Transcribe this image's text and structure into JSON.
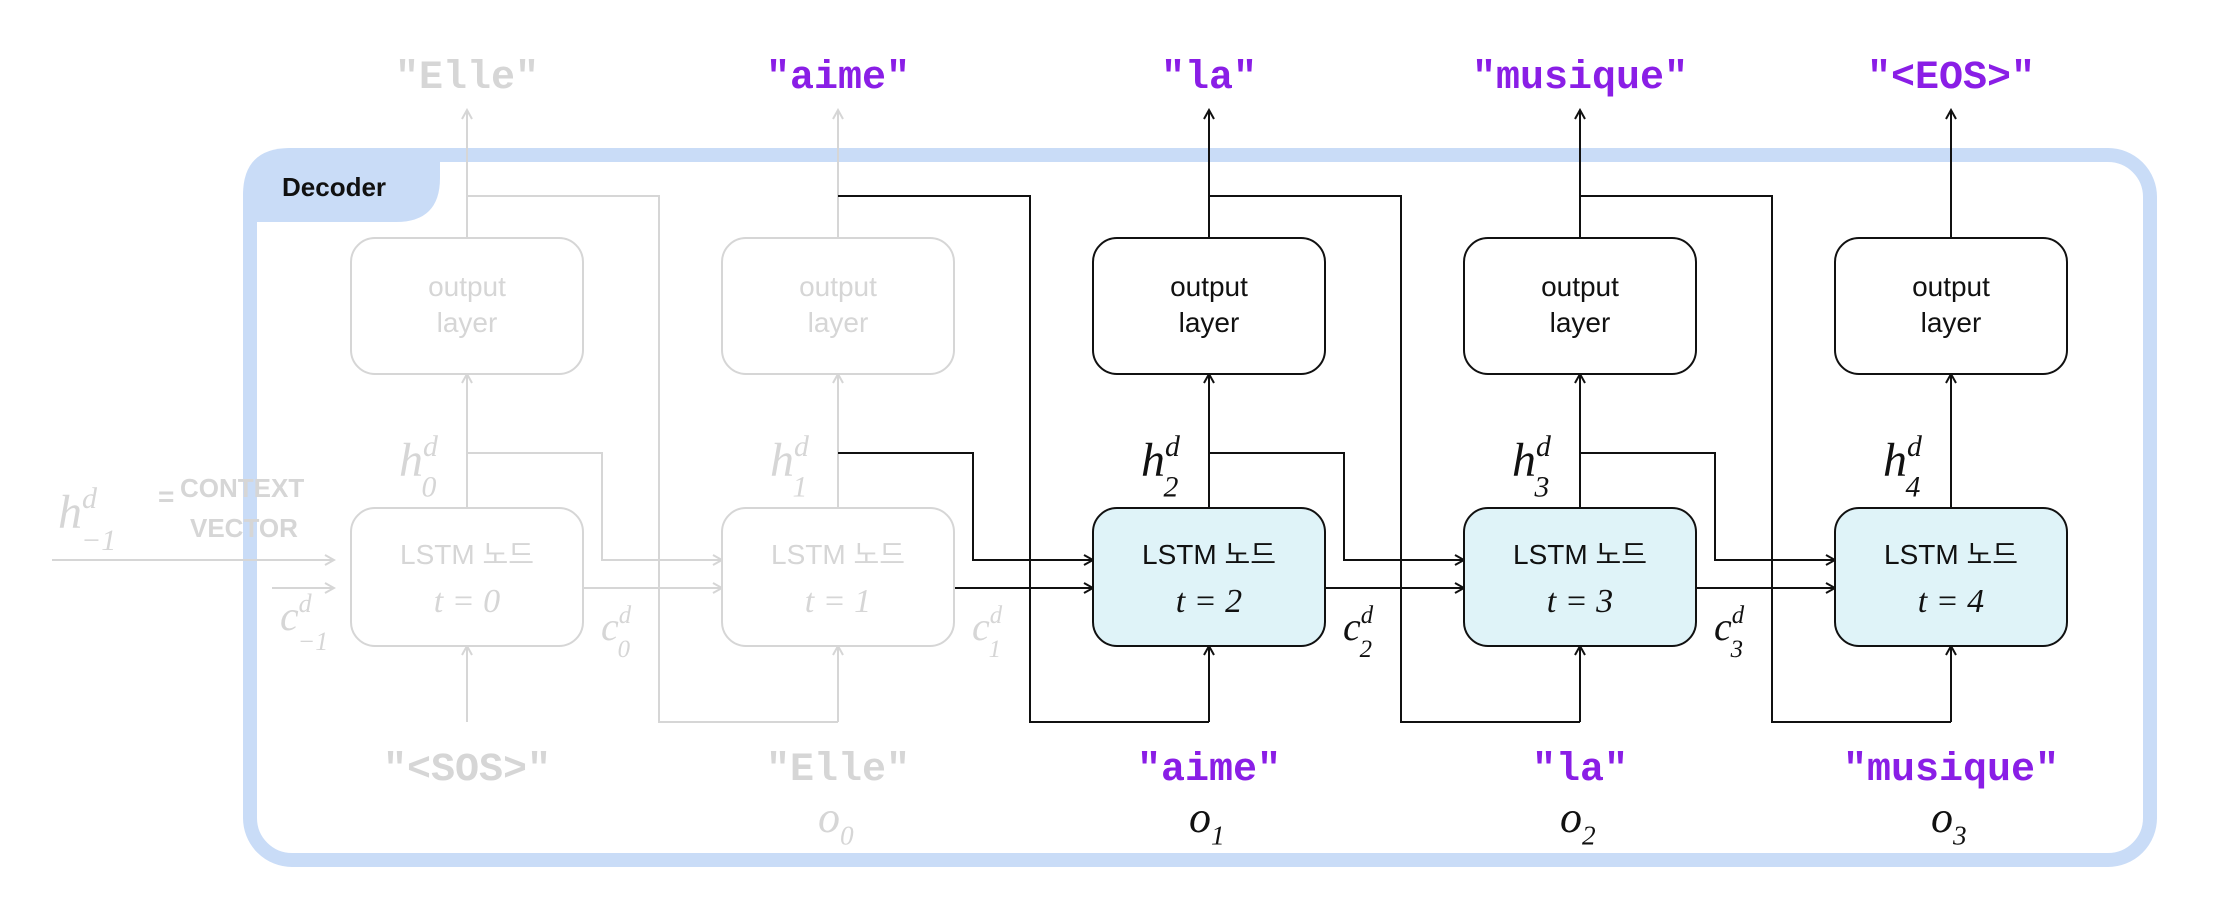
{
  "decoder_label": "Decoder",
  "context": {
    "h_symbol": "h",
    "h_sup": "d",
    "h_sub": "−1",
    "equals": "=",
    "line1": "CONTEXT",
    "line2": "VECTOR",
    "c_symbol": "c",
    "c_sup": "d",
    "c_sub": "−1"
  },
  "steps": [
    {
      "node_title": "LSTM 노드",
      "node_t": "t = 0",
      "output_line1": "output",
      "output_line2": "layer",
      "predicted_word": "\"Elle\"",
      "input_word": "\"<SOS>\"",
      "h_symbol": "h",
      "h_sup": "d",
      "h_sub": "0",
      "c_symbol": "c",
      "c_sup": "d",
      "c_sub": "0",
      "faded": true
    },
    {
      "node_title": "LSTM 노드",
      "node_t": "t = 1",
      "output_line1": "output",
      "output_line2": "layer",
      "predicted_word": "\"aime\"",
      "input_word": "\"Elle\"",
      "o_symbol": "o",
      "o_sub": "0",
      "h_symbol": "h",
      "h_sup": "d",
      "h_sub": "1",
      "c_symbol": "c",
      "c_sup": "d",
      "c_sub": "1",
      "faded": true
    },
    {
      "node_title": "LSTM 노드",
      "node_t": "t = 2",
      "output_line1": "output",
      "output_line2": "layer",
      "predicted_word": "\"la\"",
      "input_word": "\"aime\"",
      "o_symbol": "o",
      "o_sub": "1",
      "h_symbol": "h",
      "h_sup": "d",
      "h_sub": "2",
      "c_symbol": "c",
      "c_sup": "d",
      "c_sub": "2",
      "faded": false
    },
    {
      "node_title": "LSTM 노드",
      "node_t": "t = 3",
      "output_line1": "output",
      "output_line2": "layer",
      "predicted_word": "\"musique\"",
      "input_word": "\"la\"",
      "o_symbol": "o",
      "o_sub": "2",
      "h_symbol": "h",
      "h_sup": "d",
      "h_sub": "3",
      "c_symbol": "c",
      "c_sup": "d",
      "c_sub": "3",
      "faded": false
    },
    {
      "node_title": "LSTM 노드",
      "node_t": "t = 4",
      "output_line1": "output",
      "output_line2": "layer",
      "predicted_word": "\"<EOS>\"",
      "input_word": "\"musique\"",
      "o_symbol": "o",
      "o_sub": "3",
      "h_symbol": "h",
      "h_sup": "d",
      "h_sub": "4",
      "faded": false
    }
  ],
  "colors": {
    "frame": "#c9dcf7",
    "node_fill": "#dff3f8",
    "word_accent": "#8a1ee6",
    "faded": "#d6d6d6",
    "ink": "#111111"
  }
}
